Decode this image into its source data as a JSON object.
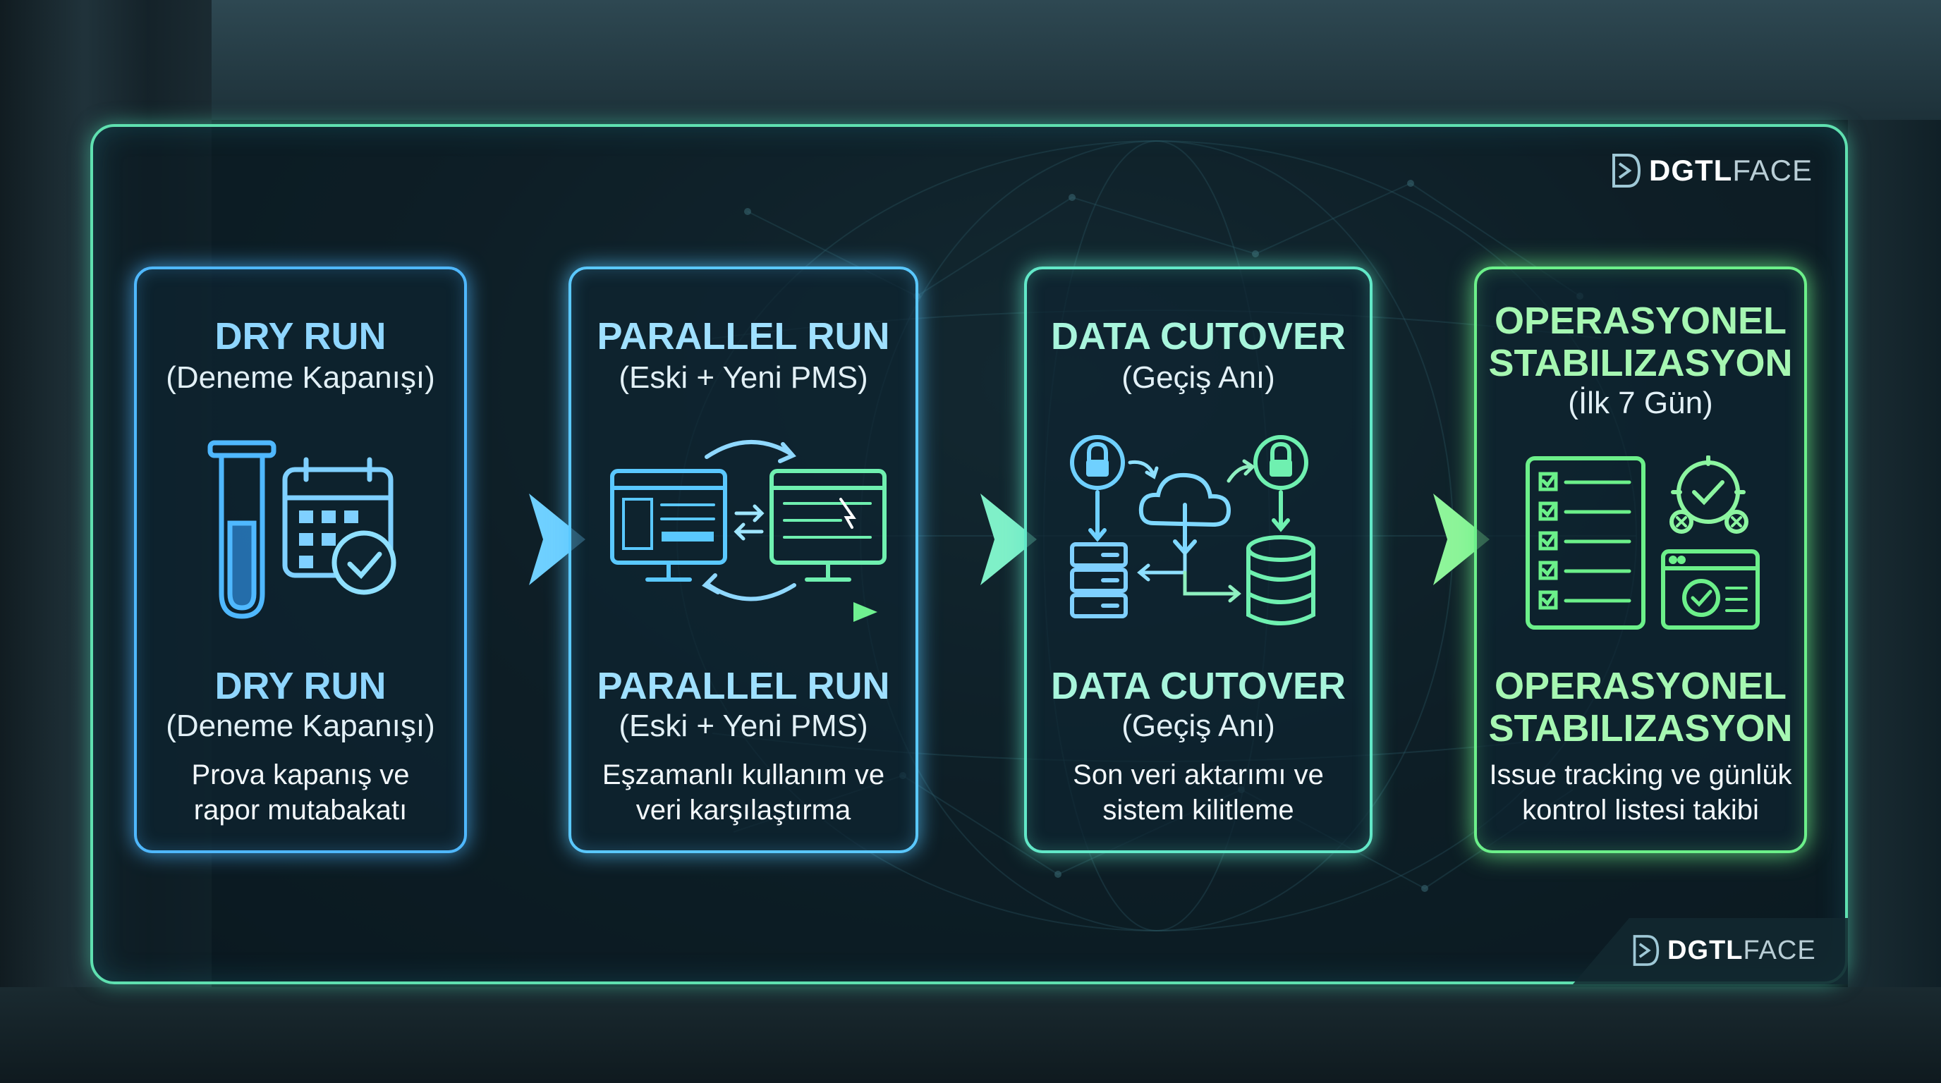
{
  "brand": {
    "logo_bold": "DGTL",
    "logo_light": "FACE"
  },
  "stages": [
    {
      "title": "DRY RUN",
      "subtitle": "(Deneme Kapanışı)",
      "title_2": "DRY RUN",
      "subtitle_2": "(Deneme Kapanışı)",
      "desc_1": "Prova kapanış ve",
      "desc_2": "rapor mutabakatı",
      "icons": [
        "test-tube-icon",
        "calendar-check-icon"
      ],
      "accent": "#4fb8ff"
    },
    {
      "title": "PARALLEL RUN",
      "subtitle": "(Eski + Yeni PMS)",
      "title_2": "PARALLEL RUN",
      "subtitle_2": "(Eski + Yeni PMS)",
      "desc_1": "Eşzamanlı kullanım ve",
      "desc_2": "veri karşılaştırma",
      "icons": [
        "dual-monitor-sync-icon",
        "timeline-arrow-icon"
      ],
      "accent": "#5ac8ff"
    },
    {
      "title": "DATA CUTOVER",
      "subtitle": "(Geçiş Anı)",
      "title_2": "DATA CUTOVER",
      "subtitle_2": "(Geçiş Anı)",
      "desc_1": "Son veri aktarımı ve",
      "desc_2": "sistem kilitleme",
      "icons": [
        "lock-icon",
        "cloud-transfer-icon",
        "server-icon",
        "database-icon"
      ],
      "accent": "#62e8c8"
    },
    {
      "title_line1": "OPERASYONEL",
      "title_line2": "STABILIZASYON",
      "subtitle": "(İlk 7 Gün)",
      "title2_line1": "OPERASYONEL",
      "title2_line2": "STABILIZASYON",
      "desc_1": "Issue tracking ve günlük",
      "desc_2": "kontrol listesi takibi",
      "icons": [
        "checklist-icon",
        "target-check-icon",
        "browser-check-icon"
      ],
      "accent": "#6cf08a"
    }
  ]
}
